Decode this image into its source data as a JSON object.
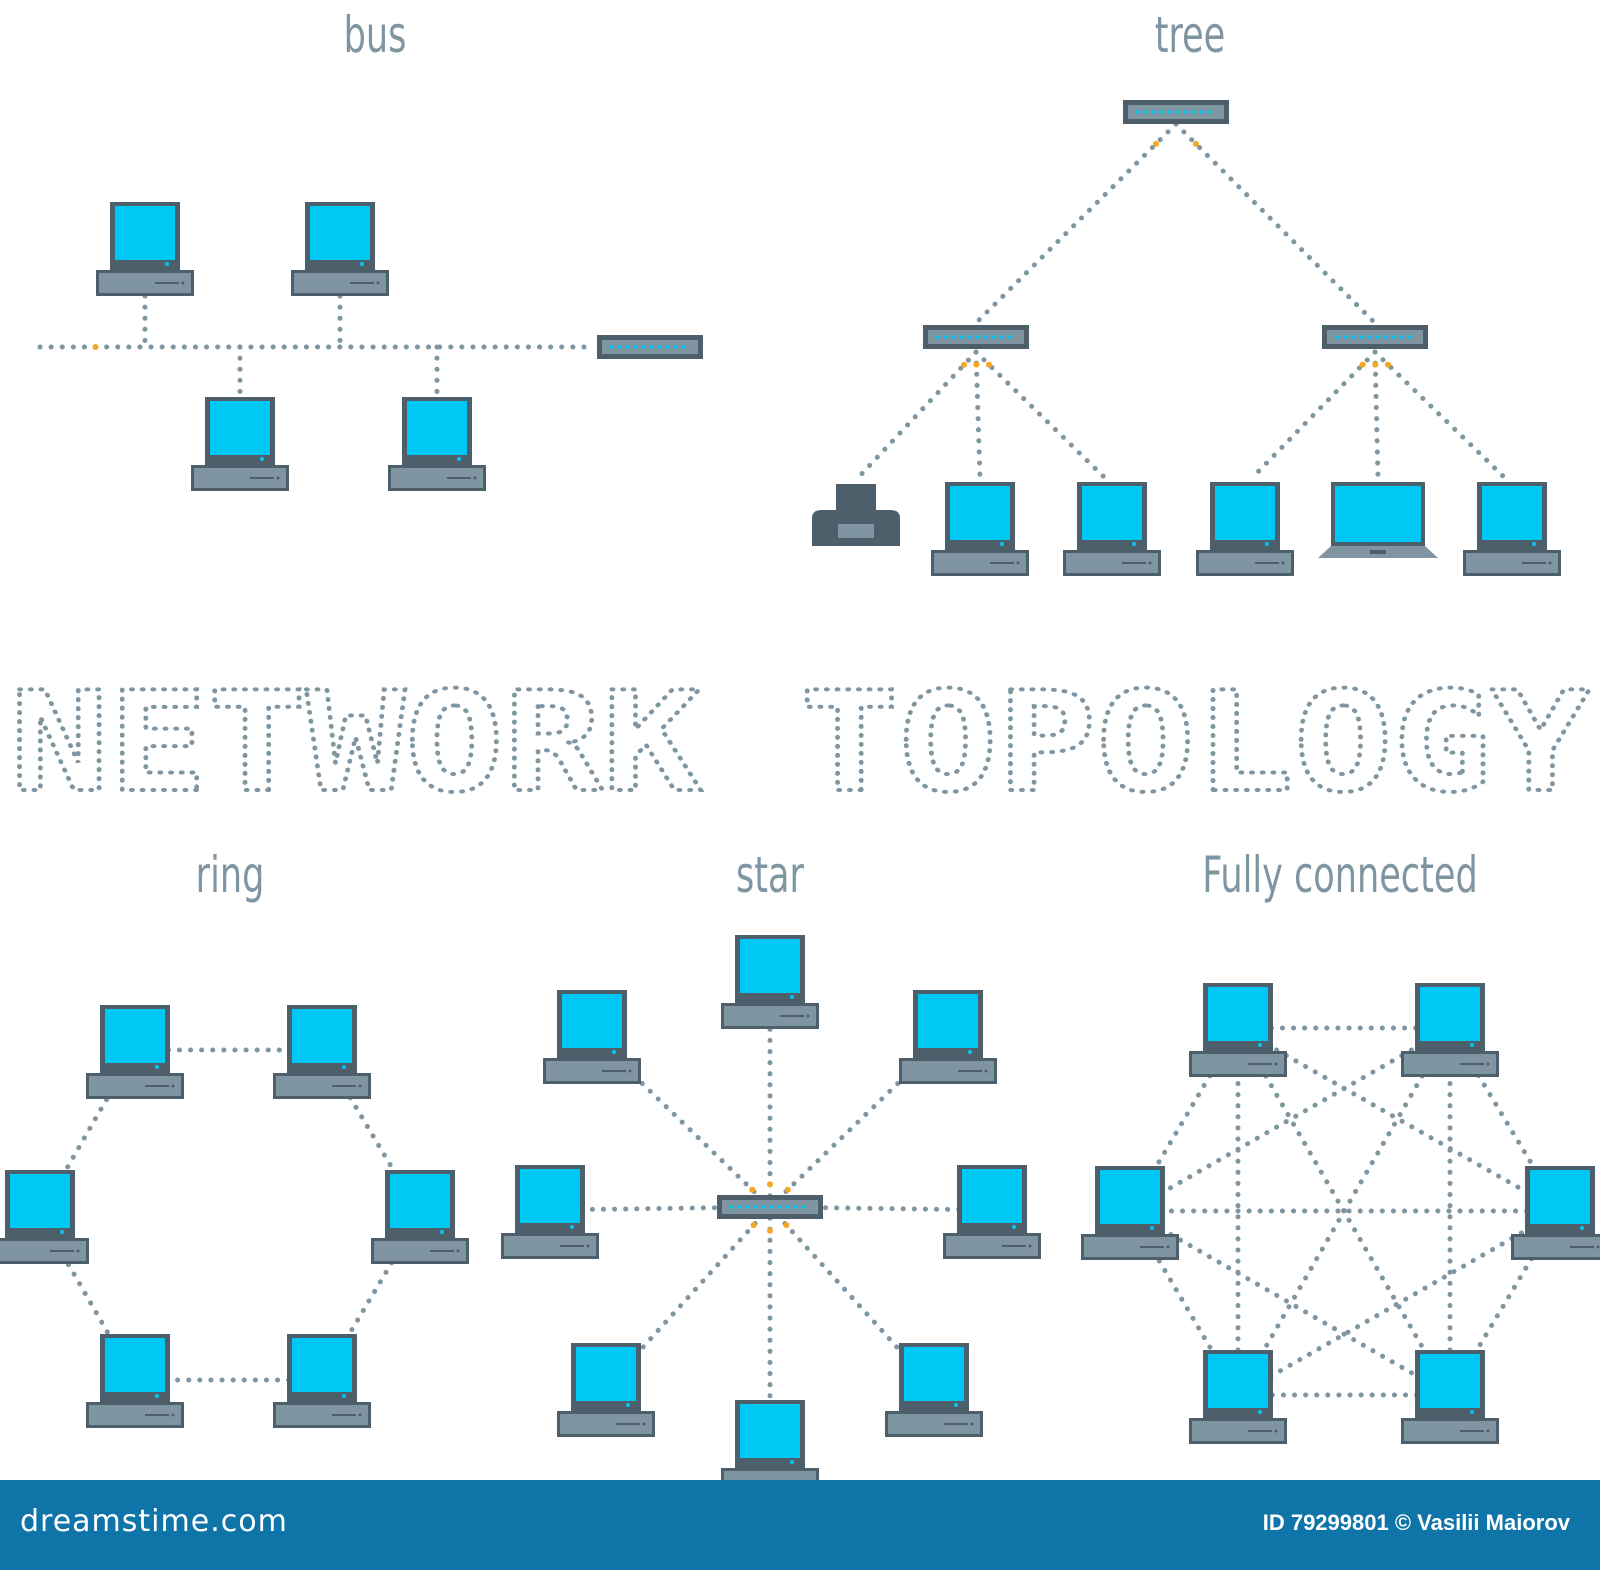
{
  "title": "NETWORK TOPOLOGY",
  "sections": {
    "bus": "bus",
    "tree": "tree",
    "ring": "ring",
    "star": "star",
    "fully_connected": "Fully connected"
  },
  "footer": {
    "site": "dreamstime.com",
    "id_credit": "ID 79299801 © Vasilii Maiorov"
  },
  "colors": {
    "screen": "#00c8f5",
    "device": "#7f95a1",
    "device_dark": "#4d5f6a",
    "connector": "#7f95a1",
    "accent_dot": "#f5a623",
    "footer_bg": "#0f75a8"
  }
}
